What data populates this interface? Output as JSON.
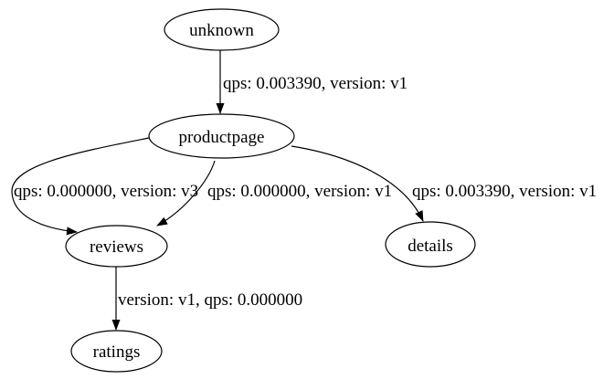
{
  "diagram": {
    "type": "directed-graph",
    "description": "service dependency graph",
    "background_color": "#ffffff",
    "node_fill_color": "#ffffff",
    "node_stroke_color": "#000000",
    "edge_color": "#000000",
    "text_color": "#000000",
    "nodes": {
      "unknown": {
        "label": "unknown"
      },
      "productpage": {
        "label": "productpage"
      },
      "reviews": {
        "label": "reviews"
      },
      "details": {
        "label": "details"
      },
      "ratings": {
        "label": "ratings"
      }
    },
    "edges": {
      "unknown_productpage": {
        "from": "unknown",
        "to": "productpage",
        "label": "qps: 0.003390, version: v1"
      },
      "productpage_reviews_v3": {
        "from": "productpage",
        "to": "reviews",
        "label": "qps: 0.000000, version: v3"
      },
      "productpage_reviews_v1": {
        "from": "productpage",
        "to": "reviews",
        "label": "qps: 0.000000, version: v1"
      },
      "productpage_details": {
        "from": "productpage",
        "to": "details",
        "label": "qps: 0.003390, version: v1"
      },
      "reviews_ratings": {
        "from": "reviews",
        "to": "ratings",
        "label": "version: v1, qps: 0.000000"
      }
    }
  }
}
